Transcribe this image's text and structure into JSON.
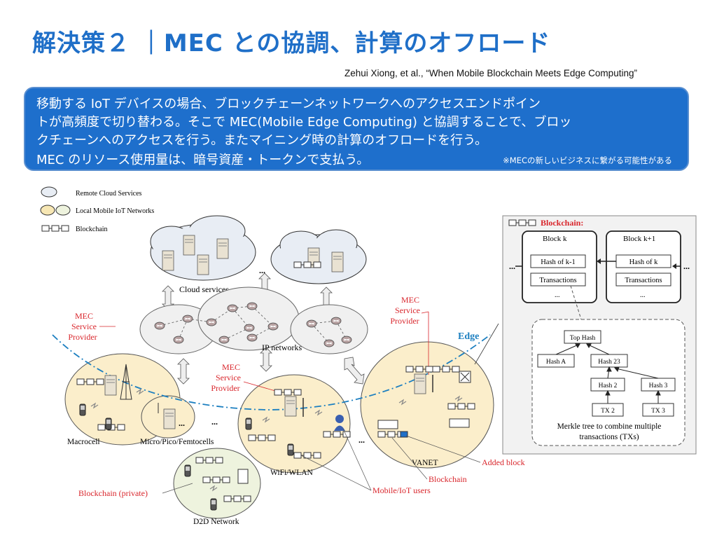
{
  "slide": {
    "title": "解決策２ ｜MEC との協調、計算のオフロード",
    "citation": "Zehui Xiong, et al., “When Mobile Blockchain Meets Edge Computing”",
    "callout_lines": [
      "移動する IoT デバイスの場合、ブロックチェーンネットワークへのアクセスエンドポイン",
      "トが高頻度で切り替わる。そこで MEC(Mobile Edge Computing) と協調することで、ブロッ",
      "クチェーンへのアクセスを行う。またマイニング時の計算のオフロードを行う。",
      "MEC のリソース使用量は、暗号資産・トークンで支払う。"
    ],
    "callout_note": "※MECの新しいビジネスに繋がる可能性がある"
  },
  "legend": {
    "cloud": "Remote Cloud Services",
    "local": "Local Mobile IoT Networks",
    "blockchain": "Blockchain"
  },
  "diagram": {
    "cloud_services": "Cloud services",
    "ip_networks": "IP networks",
    "edge": "Edge",
    "mec_left": [
      "MEC",
      "Service",
      "Provider"
    ],
    "mec_center": [
      "MEC",
      "Service",
      "Provider"
    ],
    "mec_right": [
      "MEC",
      "Service",
      "Provider"
    ],
    "macrocell": "Macrocell",
    "femtocells": "Micro/Pico/Femtocells",
    "wifi": "WiFi/WLAN",
    "vanet": "VANET",
    "d2d": "D2D Network",
    "blockchain_private": "Blockchain (private)",
    "mobile_users": "Mobile/IoT users",
    "added_block": "Added block",
    "blockchain_label": "Blockchain",
    "ellipsis": "...",
    "colors": {
      "mec_red": "#d9262c",
      "edge_blue": "#1c7fc0",
      "zone_fill": "#fbeecb",
      "callout": "#1e6fcc"
    }
  },
  "blockchain_panel": {
    "title": "Blockchain:",
    "block_k": "Block k",
    "block_k1": "Block k+1",
    "hash_k_minus_1": "Hash of k-1",
    "hash_k": "Hash of k",
    "transactions": "Transactions",
    "ellipsis": "...",
    "top_hash": "Top Hash",
    "hash_a": "Hash A",
    "hash_23": "Hash 23",
    "hash_2": "Hash 2",
    "hash_3": "Hash 3",
    "tx_2": "TX 2",
    "tx_3": "TX 3",
    "merkle_line1": "Merkle tree to combine multiple",
    "merkle_line2": "transactions (TXs)"
  }
}
